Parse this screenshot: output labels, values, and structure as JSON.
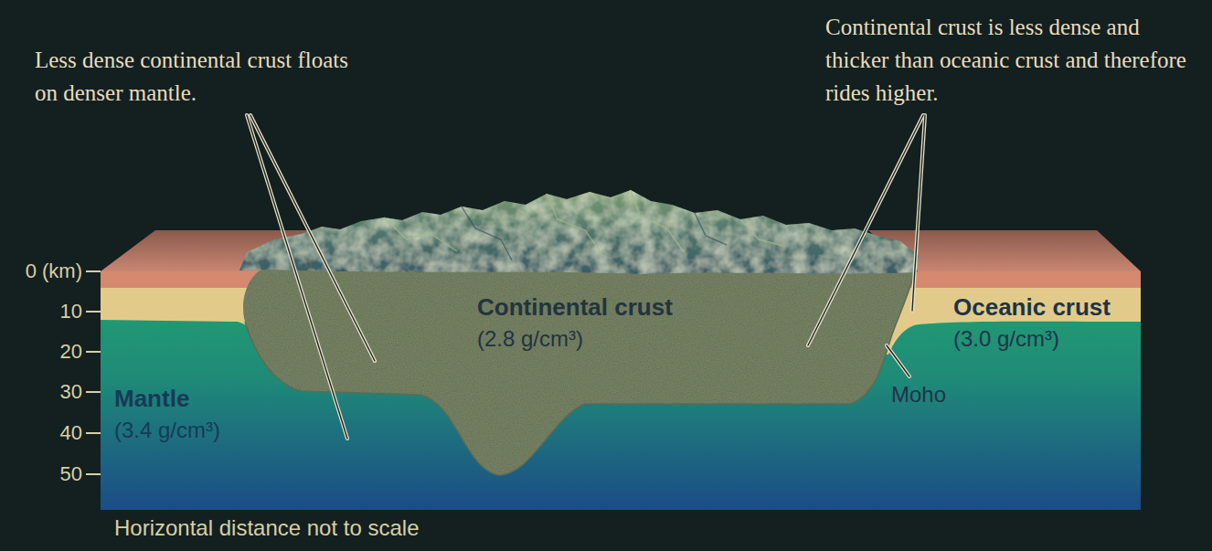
{
  "diagram": {
    "nodes": [
      {
        "text": [
          "Continental crust",
          "(2.8 g/cm³)"
        ]
      },
      {
        "text": [
          "Oceanic crust",
          "(3.0 g/cm³)"
        ]
      },
      {
        "text": [
          "Mantle",
          "(3.4 g/cm³)"
        ]
      }
    ],
    "labels": [
      "Less dense continental crust floats on denser mantle.",
      "Continental crust is less dense and thicker than oceanic crust and therefore rides higher.",
      "0 (km)",
      "10",
      "20",
      "30",
      "40",
      "50",
      "Moho",
      "Horizontal distance not to scale"
    ]
  }
}
